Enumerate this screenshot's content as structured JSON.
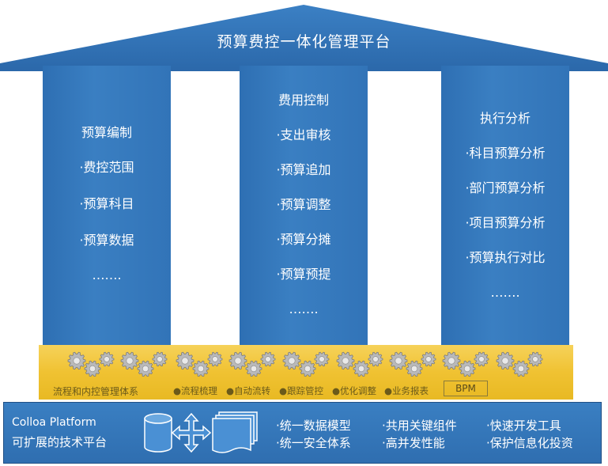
{
  "title": "预算费控一体化管理平台",
  "columns": [
    {
      "items": [
        "预算编制",
        "·费控范围",
        "·预算科目",
        "·预算数据",
        "……."
      ]
    },
    {
      "items": [
        "费用控制",
        "·支出审核",
        "·预算追加",
        "·预算调整",
        "·预算分摊",
        "·预算预提",
        "……."
      ]
    },
    {
      "items": [
        "执行分析",
        "·科目预算分析",
        "·部门预算分析",
        "·项目预算分析",
        "·预算执行对比",
        "……."
      ]
    }
  ],
  "process_band": {
    "label": "流程和内控管理体系",
    "items": [
      "●流程梳理",
      "●自动流转",
      "●跟踪管控",
      "●优化调整",
      "●业务报表"
    ],
    "bpm": "BPM"
  },
  "platform": {
    "name": "Colloa Platform",
    "subtitle": "可扩展的技术平台",
    "features": [
      [
        "·统一数据模型",
        "·共用关键组件",
        "·快速开发工具"
      ],
      [
        "·统一安全体系",
        "·高并发性能",
        "·保护信息化投资"
      ]
    ]
  },
  "colors": {
    "roof": "#2f6db0",
    "pillar": "#3a7fc2",
    "band": "#f0c232",
    "base": "#3479bd"
  }
}
